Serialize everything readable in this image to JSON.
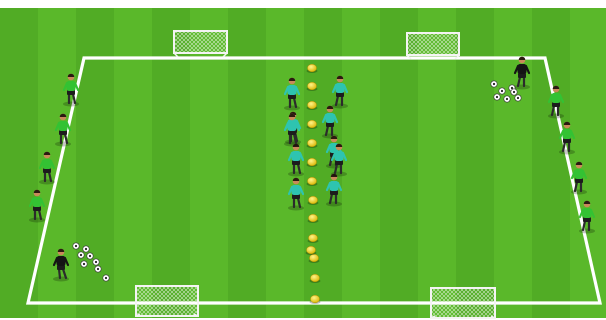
{
  "scene": {
    "colors": {
      "grass_light": "#5ab82a",
      "grass_dark": "#4aa221",
      "line": "#ffffff",
      "team_green": "#33c233",
      "team_teal": "#2ec4b0",
      "shorts": "#1c1c1c",
      "coach": "#141414",
      "cone_yellow": "#f2d21b",
      "goal_frame": "#f4f4f4"
    },
    "icons": {
      "player": "player-figure",
      "cone": "cone-marker",
      "ball": "soccer-ball",
      "goal": "goal-net"
    },
    "counts": {
      "left_players": 4,
      "right_players": 4,
      "teal_players": 10,
      "coaches": 2,
      "cones": 14,
      "goals": 4,
      "left_balls": 8,
      "right_balls": 7
    }
  }
}
